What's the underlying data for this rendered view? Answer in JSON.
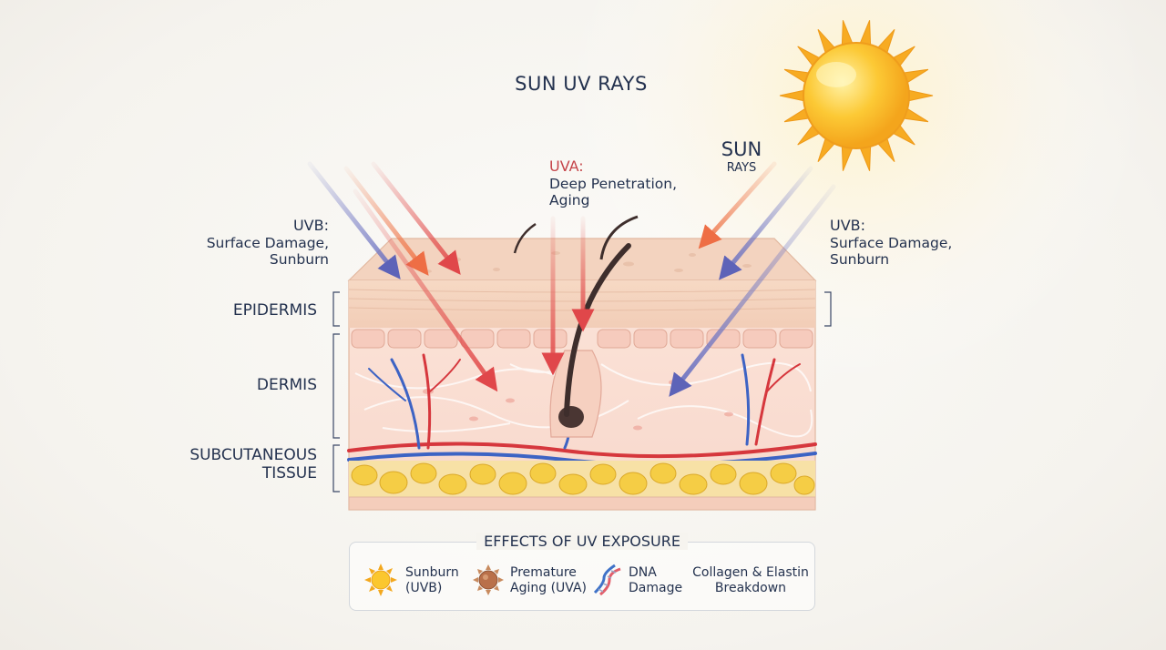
{
  "title": "SUN UV RAYS",
  "sun_label": {
    "main": "SUN",
    "sub": "RAYS"
  },
  "uvb_left": {
    "heading": "UVB:",
    "line1": "Surface Damage,",
    "line2": "Sunburn"
  },
  "uvb_right": {
    "heading": "UVB:",
    "line1": "Surface Damage,",
    "line2": "Sunburn"
  },
  "uva": {
    "heading": "UVA:",
    "line1": "Deep Penetration,",
    "line2": "Aging"
  },
  "layers": {
    "epidermis": "EPIDERMIS",
    "dermis": "DERMIS",
    "subcutaneous_line1": "SUBCUTANEOUS",
    "subcutaneous_line2": "TISSUE"
  },
  "effects": {
    "title": "EFFECTS OF UV EXPOSURE",
    "items": [
      {
        "line1": "Sunburn",
        "line2": "(UVB)",
        "icon": "sun-icon"
      },
      {
        "line1": "Premature",
        "line2": "Aging (UVA)",
        "icon": "aging-spot-icon"
      },
      {
        "line1": "DNA",
        "line2": "Damage",
        "icon": "dna-icon"
      },
      {
        "line1": "Collagen & Elastin",
        "line2": "Breakdown",
        "icon": ""
      }
    ]
  },
  "colors": {
    "uvb_arrow": "#6e74c2",
    "uva_arrow": "#e2504f",
    "orange_arrow": "#ef7b50",
    "sun": "#fbbf26",
    "text": "#24324f",
    "uva_text": "#c5454a"
  }
}
